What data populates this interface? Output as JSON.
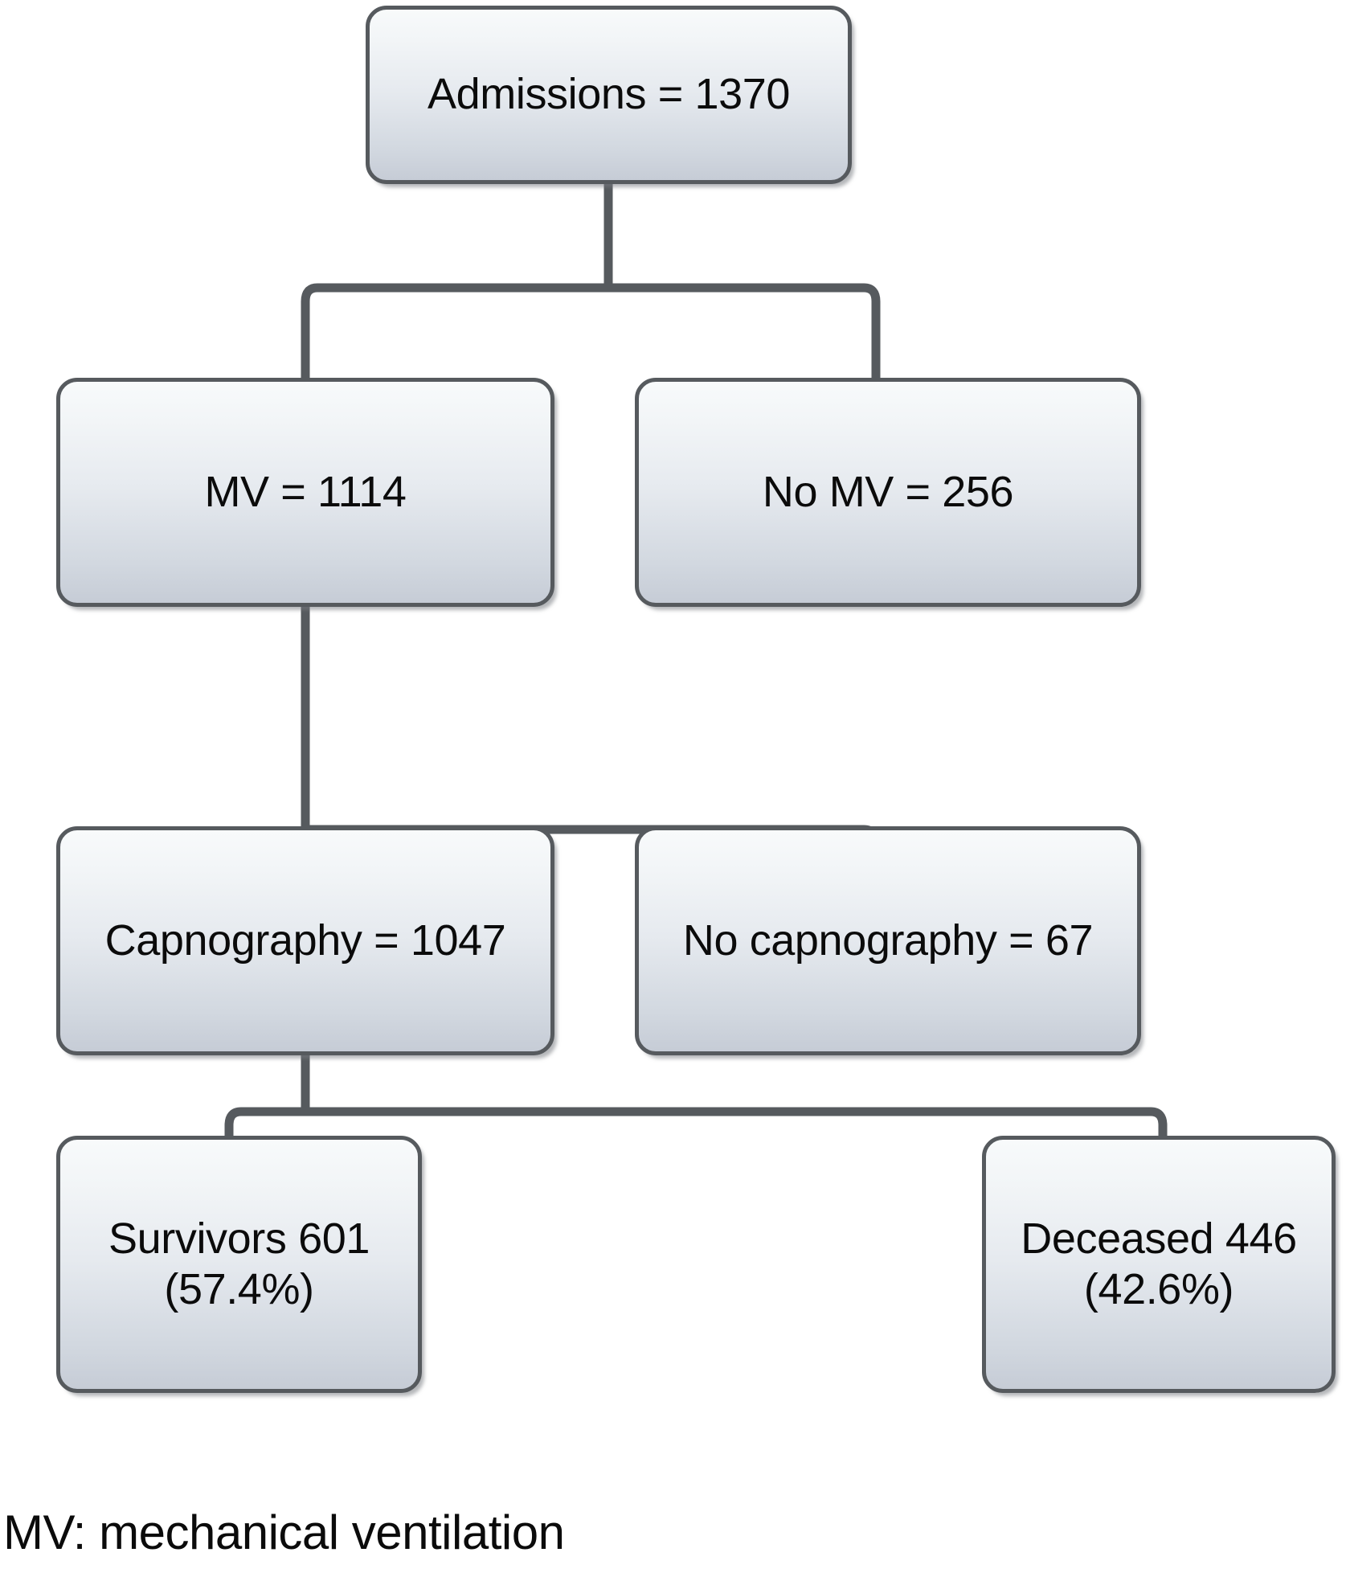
{
  "diagram": {
    "type": "flowchart",
    "title": "",
    "nodes": {
      "admissions": {
        "label": "Admissions = 1370"
      },
      "mv": {
        "label": "MV = 1114"
      },
      "no_mv": {
        "label": "No MV = 256"
      },
      "capnography": {
        "label": "Capnography = 1047"
      },
      "no_capnography": {
        "label": "No capnography = 67"
      },
      "survivors": {
        "label": "Survivors 601 (57.4%)"
      },
      "deceased": {
        "label": "Deceased 446 (42.6%)"
      }
    },
    "edges": [
      {
        "from": "admissions",
        "to": "mv"
      },
      {
        "from": "admissions",
        "to": "no_mv"
      },
      {
        "from": "mv",
        "to": "capnography"
      },
      {
        "from": "mv",
        "to": "no_capnography"
      },
      {
        "from": "capnography",
        "to": "survivors"
      },
      {
        "from": "capnography",
        "to": "deceased"
      }
    ],
    "caption": "MV: mechanical ventilation",
    "colors": {
      "stroke": "#565a5e",
      "fill_top": "#f8fafb",
      "fill_bottom": "#c6ccd6",
      "text": "#0b0b0b",
      "background": "#ffffff"
    }
  }
}
